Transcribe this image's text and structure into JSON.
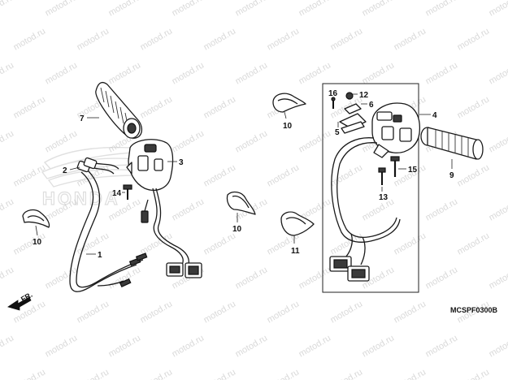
{
  "watermark": "motod.ru",
  "brand": "HONDA",
  "direction_label": "FR.",
  "diagram_code": "MCSPF0300B",
  "callouts": [
    {
      "id": "c1",
      "label": "1"
    },
    {
      "id": "c2",
      "label": "2"
    },
    {
      "id": "c3",
      "label": "3"
    },
    {
      "id": "c4",
      "label": "4"
    },
    {
      "id": "c5",
      "label": "5"
    },
    {
      "id": "c6",
      "label": "6"
    },
    {
      "id": "c7",
      "label": "7"
    },
    {
      "id": "c9",
      "label": "9"
    },
    {
      "id": "c10a",
      "label": "10"
    },
    {
      "id": "c10b",
      "label": "10"
    },
    {
      "id": "c10c",
      "label": "10"
    },
    {
      "id": "c11",
      "label": "11"
    },
    {
      "id": "c12",
      "label": "12"
    },
    {
      "id": "c13",
      "label": "13"
    },
    {
      "id": "c14",
      "label": "14"
    },
    {
      "id": "c15",
      "label": "15"
    },
    {
      "id": "c16",
      "label": "16"
    }
  ]
}
